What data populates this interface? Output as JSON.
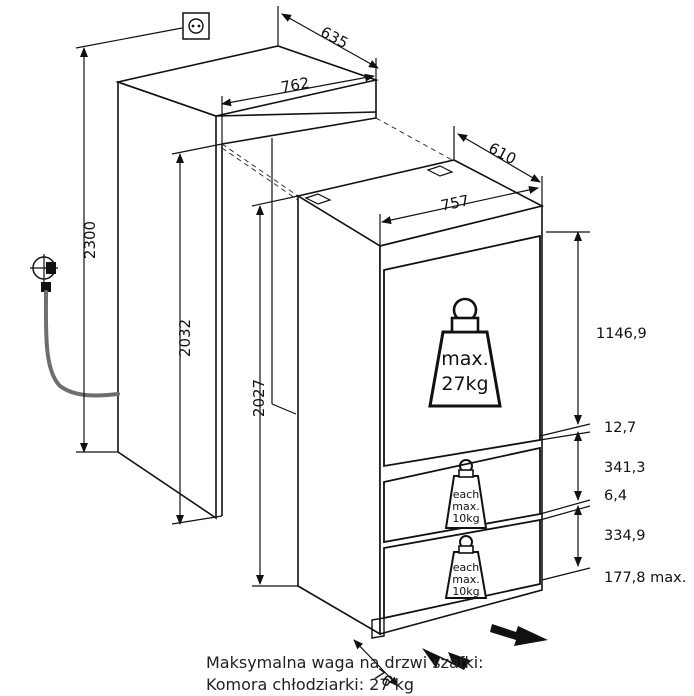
{
  "dimensions": {
    "niche_height": "2300",
    "niche_depth": "635",
    "niche_width": "762",
    "niche_opening_height": "2032",
    "appliance_height": "2027",
    "appliance_depth": "610",
    "appliance_width": "757",
    "door_height": "1146,9",
    "gap_1": "12,7",
    "drawer_1_height": "341,3",
    "gap_2": "6,4",
    "drawer_2_height": "334,9",
    "plinth": "177,8 max.",
    "plinth_depth": "76"
  },
  "weights": {
    "door": {
      "line1": "max.",
      "line2": "27kg"
    },
    "drawer_1": {
      "line1": "each",
      "line2": "max.",
      "line3": "10kg"
    },
    "drawer_2": {
      "line1": "each",
      "line2": "max.",
      "line3": "10kg"
    }
  },
  "note": {
    "line1": "Maksymalna waga na drzwi szafki:",
    "line2": "Komora chłodziarki: 27 kg"
  },
  "colors": {
    "hose": "#6e6e6e",
    "lines": "#111111"
  },
  "icons": [
    "socket-icon",
    "water-tap-icon",
    "weight-icon",
    "airflow-arrow-icon"
  ]
}
